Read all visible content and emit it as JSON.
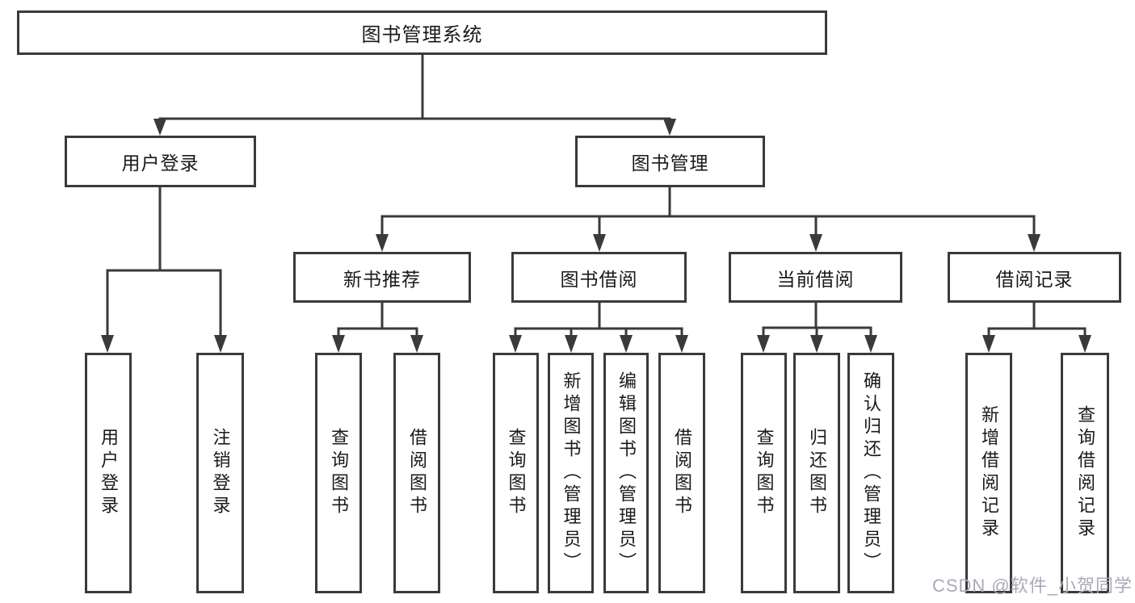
{
  "tree": {
    "label": "图书管理系统",
    "children": [
      {
        "label": "用户登录",
        "children": [
          {
            "label": "用户登录"
          },
          {
            "label": "注销登录"
          }
        ]
      },
      {
        "label": "图书管理",
        "children": [
          {
            "label": "新书推荐",
            "children": [
              {
                "label": "查询图书"
              },
              {
                "label": "借阅图书"
              }
            ]
          },
          {
            "label": "图书借阅",
            "children": [
              {
                "label": "查询图书"
              },
              {
                "label": "新增图书（管理员）"
              },
              {
                "label": "编辑图书（管理员）"
              },
              {
                "label": "借阅图书"
              }
            ]
          },
          {
            "label": "当前借阅",
            "children": [
              {
                "label": "查询图书"
              },
              {
                "label": "归还图书"
              },
              {
                "label": "确认归还（管理员）"
              }
            ]
          },
          {
            "label": "借阅记录",
            "children": [
              {
                "label": "新增借阅记录"
              },
              {
                "label": "查询借阅记录"
              }
            ]
          }
        ]
      }
    ]
  },
  "watermark": {
    "text": "CSDN @软件_小贺同学"
  },
  "colors": {
    "line": "#3a3a3a",
    "box_border": "#3a3a3a",
    "text": "#1a1a1a",
    "watermark": "#a9aab8",
    "background": "#ffffff"
  }
}
